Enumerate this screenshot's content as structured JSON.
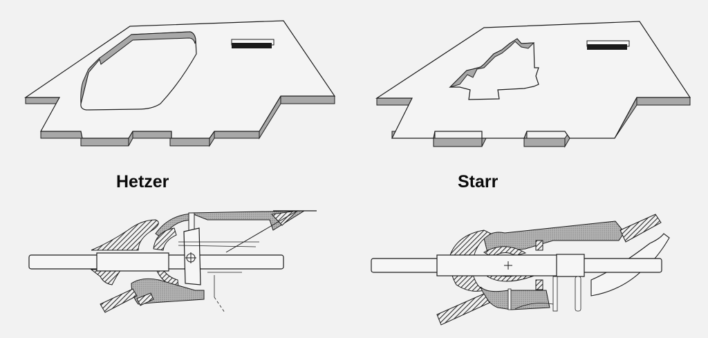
{
  "labels": {
    "left": "Hetzer",
    "right": "Starr"
  },
  "colors": {
    "background": "#f2f2f2",
    "line": "#1a1a1a",
    "side_fill": "#a8a8a8",
    "hatch": "#2a2a2a"
  },
  "panels": [
    {
      "id": "hetzer-plate",
      "description": "Armor plate with large rounded opening and slot"
    },
    {
      "id": "starr-plate",
      "description": "Armor plate with irregular small opening and slot"
    },
    {
      "id": "hetzer-mount",
      "description": "Cross-section of Hetzer machine-gun ball mount"
    },
    {
      "id": "starr-mount",
      "description": "Cross-section of Starr rigid mount"
    }
  ]
}
